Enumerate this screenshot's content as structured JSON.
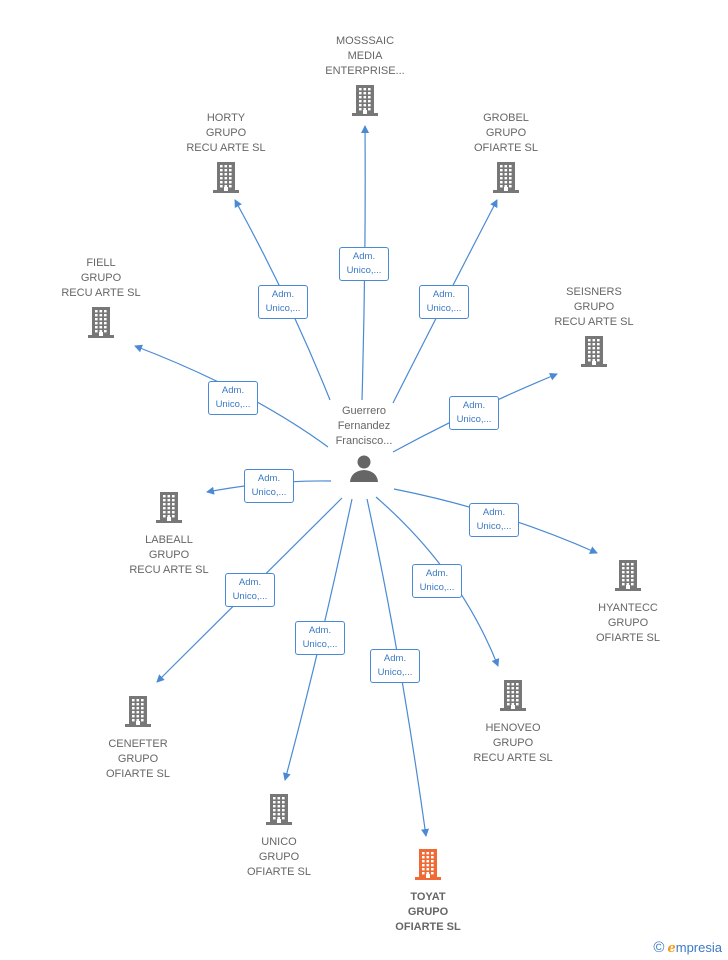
{
  "center": {
    "lines": [
      "Guerrero",
      "Fernandez",
      "Francisco..."
    ]
  },
  "colors": {
    "edge": "#4a8ad4",
    "building": "#777777",
    "highlight": "#f06a35"
  },
  "relation_label": [
    "Adm.",
    "Unico,..."
  ],
  "companies": [
    {
      "id": "mosssaic",
      "lines": [
        "MOSSSAIC",
        "MEDIA",
        "ENTERPRISE..."
      ],
      "highlight": false
    },
    {
      "id": "horty",
      "lines": [
        "HORTY",
        "GRUPO",
        "RECU ARTE  SL"
      ],
      "highlight": false
    },
    {
      "id": "grobel",
      "lines": [
        "GROBEL",
        "GRUPO",
        "OFIARTE  SL"
      ],
      "highlight": false
    },
    {
      "id": "fiell",
      "lines": [
        "FIELL",
        "GRUPO",
        "RECU ARTE  SL"
      ],
      "highlight": false
    },
    {
      "id": "seisners",
      "lines": [
        "SEISNERS",
        "GRUPO",
        "RECU ARTE  SL"
      ],
      "highlight": false
    },
    {
      "id": "labeall",
      "lines": [
        "LABEALL",
        "GRUPO",
        "RECU ARTE  SL"
      ],
      "highlight": false
    },
    {
      "id": "hyantecc",
      "lines": [
        "HYANTECC",
        "GRUPO",
        "OFIARTE  SL"
      ],
      "highlight": false
    },
    {
      "id": "cenefter",
      "lines": [
        "CENEFTER",
        "GRUPO",
        "OFIARTE  SL"
      ],
      "highlight": false
    },
    {
      "id": "henoveo",
      "lines": [
        "HENOVEO",
        "GRUPO",
        "RECU ARTE  SL"
      ],
      "highlight": false
    },
    {
      "id": "unico",
      "lines": [
        "UNICO",
        "GRUPO",
        "OFIARTE  SL"
      ],
      "highlight": false
    },
    {
      "id": "toyat",
      "lines": [
        "TOYAT",
        "GRUPO",
        "OFIARTE  SL"
      ],
      "highlight": true
    }
  ],
  "footer": {
    "copyright": "©",
    "brand_initial": "e",
    "brand_rest": "mpresia"
  }
}
